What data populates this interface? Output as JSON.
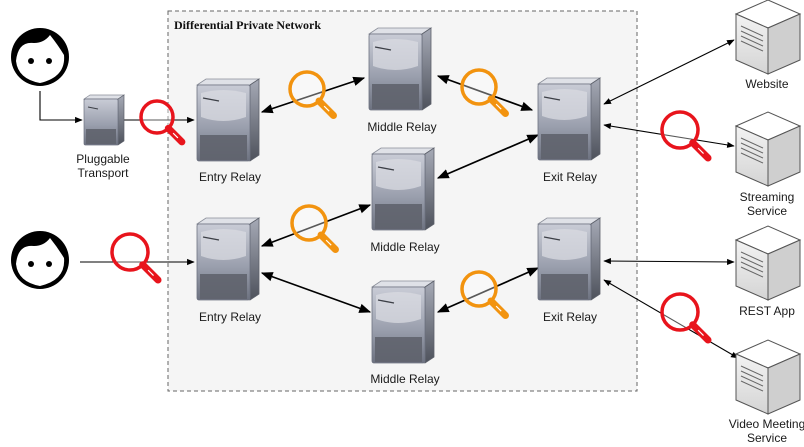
{
  "network": {
    "title": "Differential Private Network"
  },
  "users": [
    {
      "id": "user-1"
    },
    {
      "id": "user-2"
    }
  ],
  "transport": {
    "label_line1": "Pluggable",
    "label_line2": "Transport"
  },
  "relays": [
    {
      "id": "entry-1",
      "label": "Entry Relay"
    },
    {
      "id": "entry-2",
      "label": "Entry Relay"
    },
    {
      "id": "middle-1",
      "label": "Middle Relay"
    },
    {
      "id": "middle-2",
      "label": "Middle Relay"
    },
    {
      "id": "middle-3",
      "label": "Middle Relay"
    },
    {
      "id": "exit-1",
      "label": "Exit Relay"
    },
    {
      "id": "exit-2",
      "label": "Exit Relay"
    }
  ],
  "services": [
    {
      "id": "website",
      "line1": "Website",
      "line2": ""
    },
    {
      "id": "streaming",
      "line1": "Streaming",
      "line2": "Service"
    },
    {
      "id": "rest",
      "line1": "REST App",
      "line2": ""
    },
    {
      "id": "video",
      "line1": "Video Meeting",
      "line2": "Service"
    }
  ],
  "colors": {
    "observer_external": "#e8141c",
    "observer_internal": "#f2930f",
    "network_fill": "#f5f5f5",
    "network_border": "#666666"
  },
  "icons": {
    "user": "user-face-icon",
    "server": "server-icon",
    "observer": "magnifier-icon"
  }
}
